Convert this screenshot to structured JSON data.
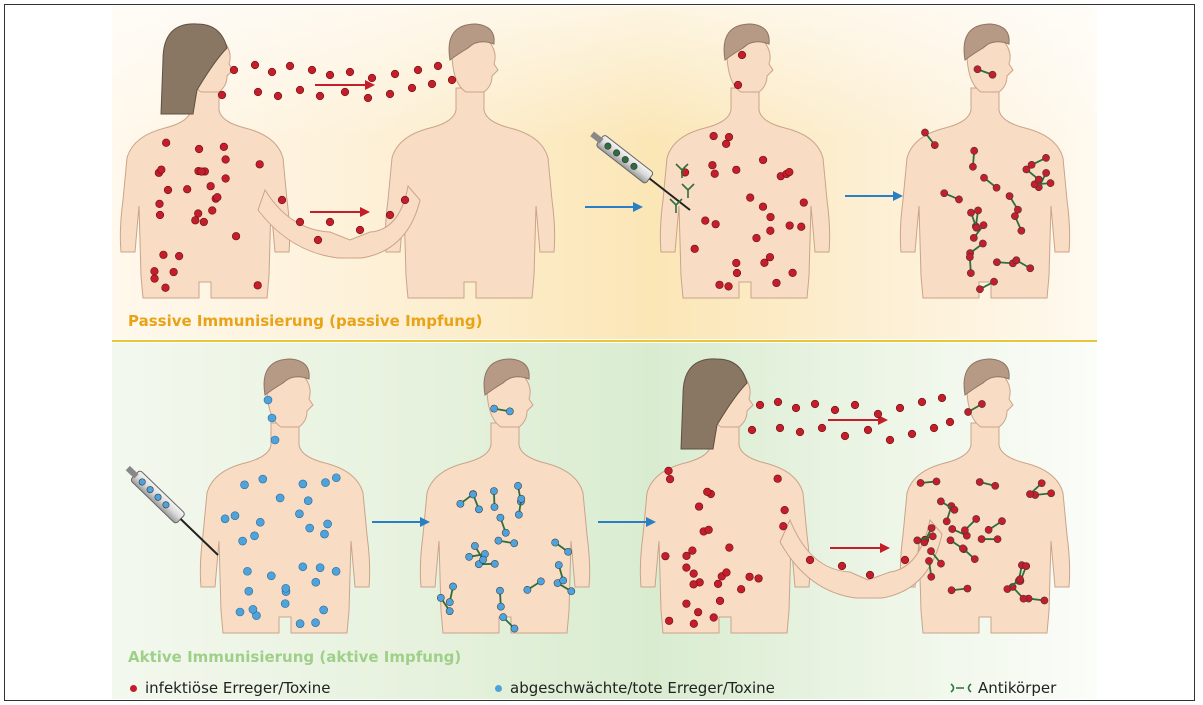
{
  "sections": {
    "passive_label": "Passive Immunisierung (passive Impfung)",
    "active_label": "Aktive Immunisierung (aktive Impfung)"
  },
  "legend": {
    "infectious": "infektiöse Erreger/Toxine",
    "attenuated": "abgeschwächte/tote Erreger/Toxine",
    "antibody": "Antikörper"
  },
  "colors": {
    "pathogen": "#c41e2a",
    "attenuated": "#4fa3dc",
    "antibody": "#2e6e3c",
    "skin": "#f9dcc4",
    "hair_man": "#b79a86",
    "hair_woman": "#8a7763",
    "passive_title": "#e8a317",
    "active_title": "#9fd089",
    "arrow_red": "#c41e2a",
    "arrow_blue": "#2a7fc4"
  }
}
